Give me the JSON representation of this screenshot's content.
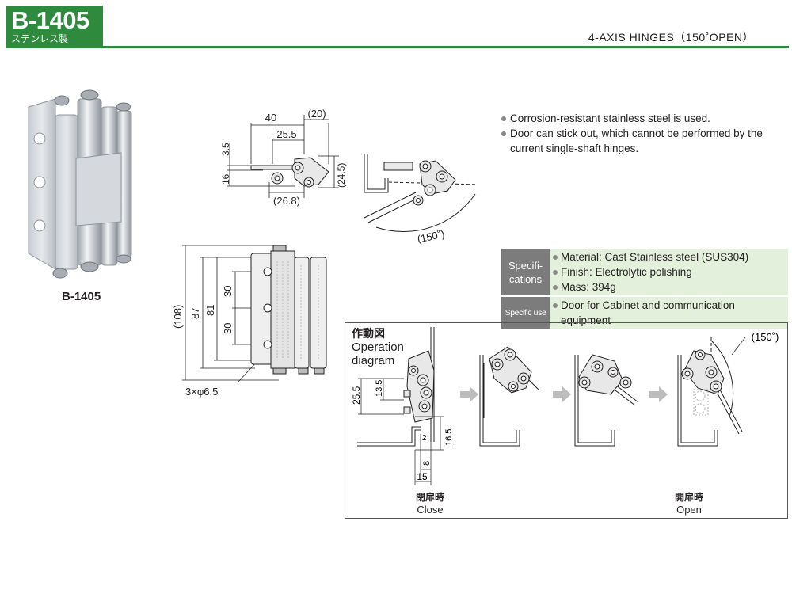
{
  "header": {
    "model": "B-1405",
    "material_jp": "ステンレス製",
    "series_title": "4-AXIS  HINGES（150˚OPEN）"
  },
  "photo": {
    "caption": "B-1405"
  },
  "dimensions": {
    "top_view": {
      "d40": "40",
      "d20": "(20)",
      "d25_5": "25.5",
      "d3_5": "3.5",
      "d16": "16",
      "d24_5": "(24.5)",
      "d26_8": "(26.8)"
    },
    "open_view": {
      "angle": "(150˚)"
    },
    "front_view": {
      "d108": "(108)",
      "d87": "87",
      "d81": "81",
      "d30a": "30",
      "d30b": "30",
      "holes": "3×φ6.5"
    }
  },
  "features": [
    "Corrosion-resistant stainless steel is used.",
    "Door can stick out, which cannot be performed by the current single-shaft hinges."
  ],
  "spec": {
    "head": "Specifi-\ncations",
    "items": [
      "Material: Cast Stainless steel (SUS304)",
      "Finish: Electrolytic polishing",
      "Mass: 394g"
    ],
    "use_head": "Specific use",
    "use": "Door for Cabinet and communication equipment"
  },
  "operation": {
    "title_jp": "作動図",
    "title_en_1": "Operation",
    "title_en_2": "diagram",
    "d25_5": "25.5",
    "d13_5": "13.5",
    "d16_5": "16.5",
    "d2": "2",
    "d8": "8",
    "d15": "15",
    "angle": "(150˚)",
    "close_jp": "閉扉時",
    "close_en": "Close",
    "open_jp": "開扉時",
    "open_en": "Open"
  },
  "colors": {
    "brand_green": "#2e8b3e",
    "spec_bg": "#e3f1dc",
    "spec_head": "#7c7c7c",
    "arrow_gray": "#bdbdbd"
  }
}
